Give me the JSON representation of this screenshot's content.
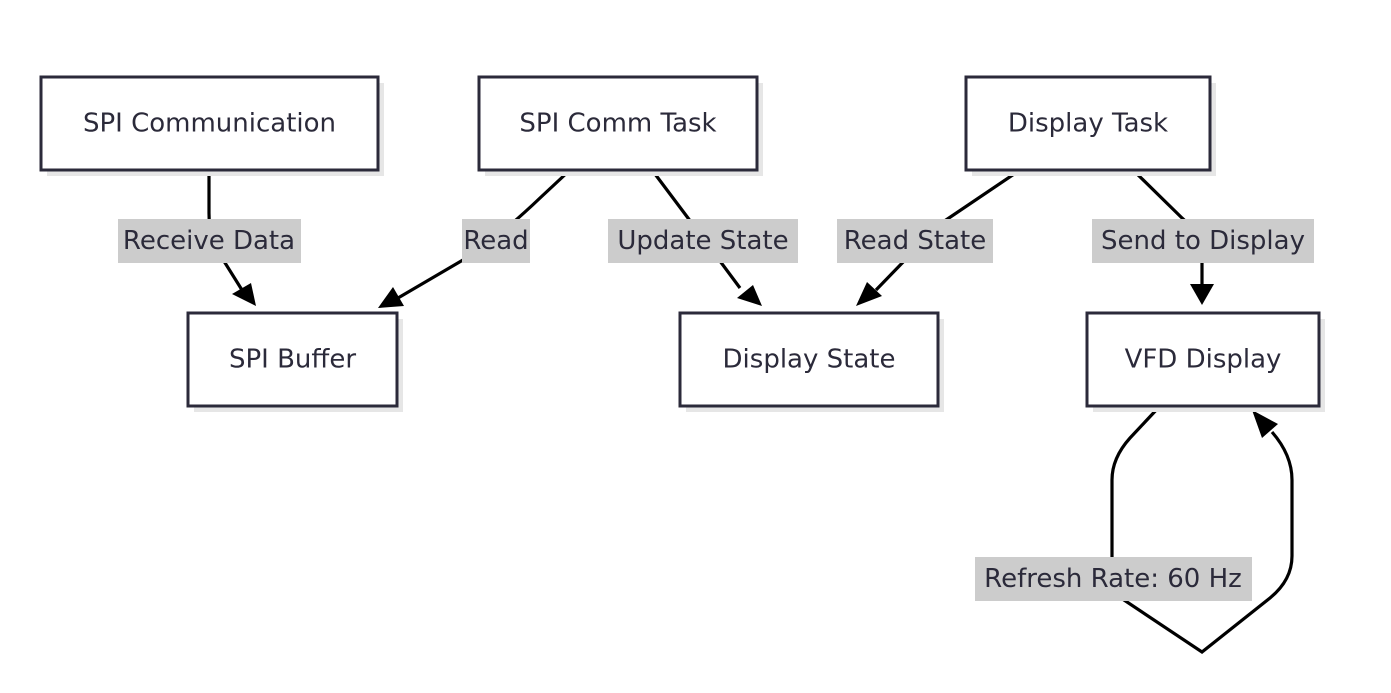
{
  "nodes": {
    "spi_communication": "SPI Communication",
    "spi_comm_task": "SPI Comm Task",
    "display_task": "Display Task",
    "spi_buffer": "SPI Buffer",
    "display_state": "Display State",
    "vfd_display": "VFD Display"
  },
  "edges": {
    "receive_data": "Receive Data",
    "read": "Read",
    "update_state": "Update State",
    "read_state": "Read State",
    "send_to_display": "Send to Display",
    "refresh_rate": "Refresh Rate: 60 Hz"
  },
  "colors": {
    "node_border": "#2b2a3a",
    "node_fill": "#ffffff",
    "edge": "#000000",
    "label_background": "#cccccc",
    "text": "#2b2a3a"
  }
}
